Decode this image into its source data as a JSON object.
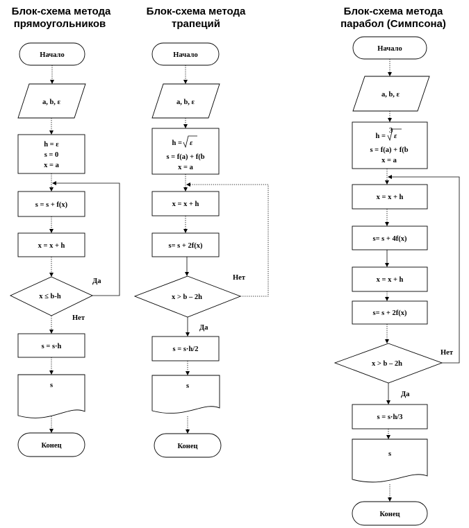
{
  "colors": {
    "stroke": "#000000",
    "background": "#ffffff"
  },
  "rect": {
    "title": [
      "Блок-схема метода",
      "прямоугольников"
    ],
    "start": "Начало",
    "input": "a, b, ε",
    "init": [
      "h = ε",
      "s = 0",
      "x = a"
    ],
    "sum": "s = s + f(x)",
    "step": "x = x + h",
    "cond": "x ≤ b-h",
    "yes": "Да",
    "no": "Нет",
    "final": "s = s·h",
    "output": "s",
    "end": "Конец"
  },
  "trap": {
    "title": [
      "Блок-схема метода",
      "трапеций"
    ],
    "start": "Начало",
    "input": "a, b, ε",
    "init_h": "h =",
    "init": [
      "s = f(a) + f(b",
      "x = a"
    ],
    "step": "x = x + h",
    "sum": "s= s + 2f(x)",
    "cond": "x > b – 2h",
    "no": "Нет",
    "yes": "Да",
    "final": "s = s·h/2",
    "output": "s",
    "end": "Конец"
  },
  "simp": {
    "title": [
      "Блок-схема метода",
      "парабол (Симпсона)"
    ],
    "start": "Начало",
    "input": "a, b, ε",
    "init_h": "h =",
    "root_index": "3",
    "init": [
      "s = f(a) + f(b",
      "x = a"
    ],
    "step1": "x = x + h",
    "sum1": "s= s + 4f(x)",
    "step2": "x = x + h",
    "sum2": "s= s + 2f(x)",
    "cond": "x > b – 2h",
    "no": "Нет",
    "yes": "Да",
    "final": "s = s·h/3",
    "output": "s",
    "end": "Конец"
  },
  "epsilon": "ε"
}
